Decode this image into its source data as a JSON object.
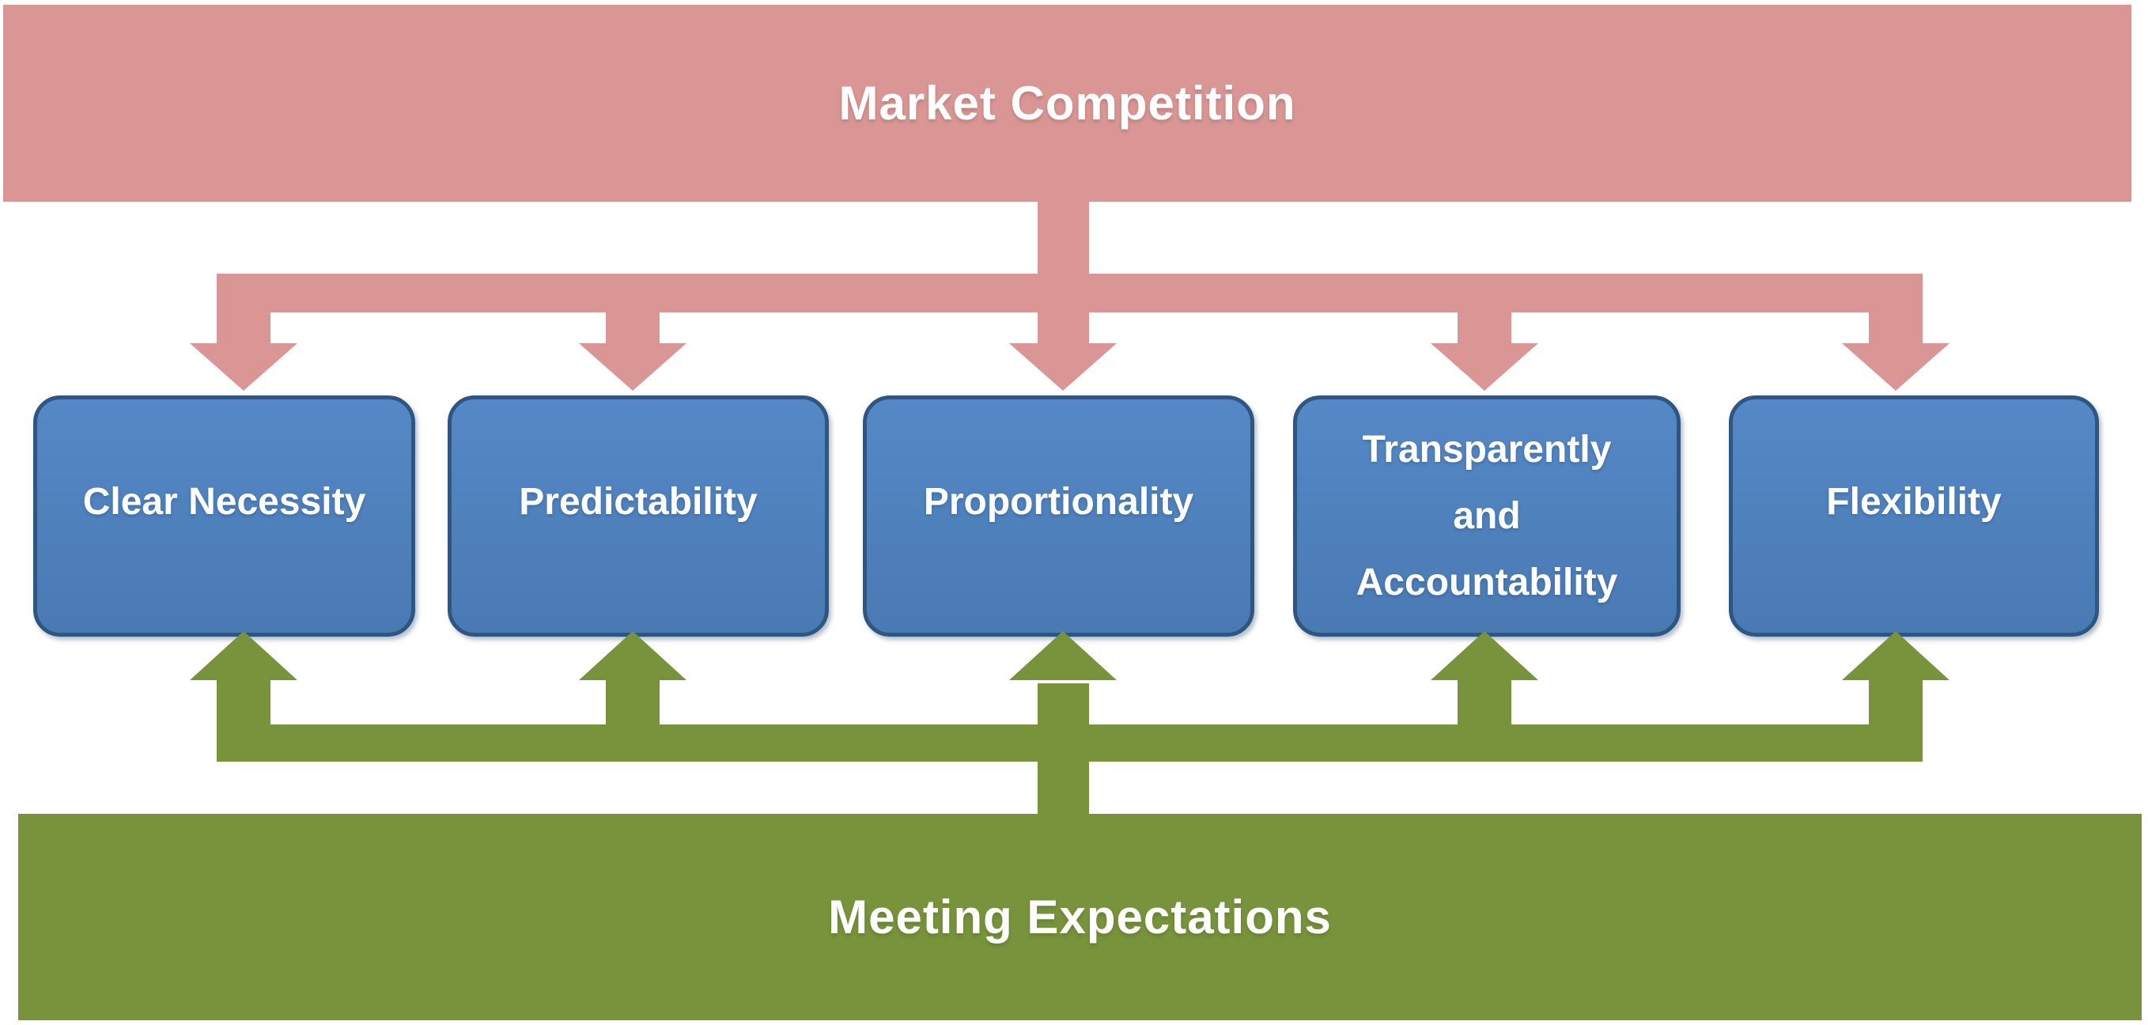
{
  "colors": {
    "pink": "#D99694",
    "green": "#78933C",
    "blue_fill": "#4F81BD",
    "blue_border": "#2E5681",
    "text": "#FFFFFF"
  },
  "top_banner": {
    "label": "Market Competition"
  },
  "bottom_banner": {
    "label": "Meeting Expectations"
  },
  "boxes": [
    {
      "label": "Clear Necessity"
    },
    {
      "label": "Predictability"
    },
    {
      "label": "Proportionality"
    },
    {
      "label": "Transparently\nand\nAccountability"
    },
    {
      "label": "Flexibility"
    }
  ]
}
